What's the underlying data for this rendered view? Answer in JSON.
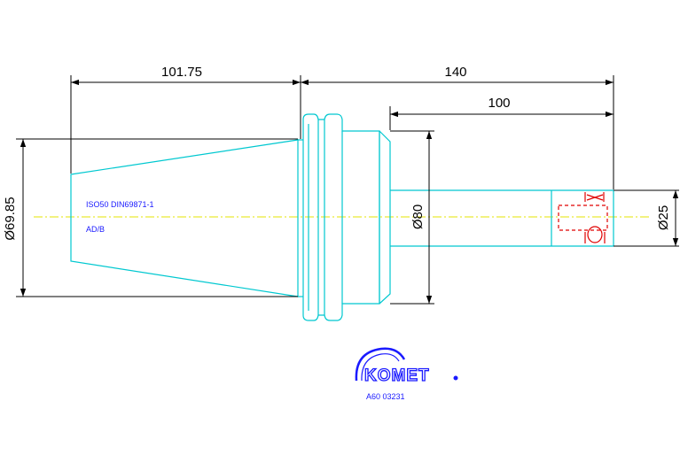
{
  "dimensions": {
    "taper_length": "101.75",
    "overall_length": "140",
    "shank_length": "100",
    "taper_diameter": "Ø69.85",
    "body_diameter": "Ø80",
    "bore_diameter": "Ø25"
  },
  "spec": {
    "standard": "ISO50 DIN69871-1",
    "form": "AD/B"
  },
  "logo": {
    "brand": "KOMET"
  },
  "part_number": "A60 03231",
  "colors": {
    "outline": "#00c8d0",
    "dimension": "#000000",
    "centerline": "#e6e600",
    "hidden_detail": "#e00000",
    "annotation": "#1a1aff"
  }
}
